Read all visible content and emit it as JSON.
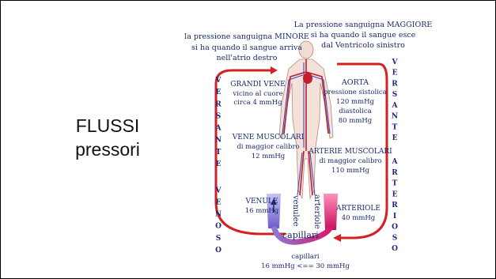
{
  "title": {
    "line1": "FLUSSI",
    "line2": "pressori"
  },
  "diagram": {
    "top_left_caption": [
      "la pressione sanguigna MINORE",
      "si ha quando il sangue arriva",
      "nell'atrio destro"
    ],
    "top_right_caption": [
      "La pressione sanguigna MAGGIORE",
      "si ha quando il sangue esce",
      "dal Ventricolo sinistro"
    ],
    "venous_side_letters": [
      "V",
      "E",
      "R",
      "S",
      "A",
      "N",
      "T",
      "E",
      "V",
      "E",
      "N",
      "O",
      "S",
      "O"
    ],
    "arterial_side_letters": [
      "V",
      "E",
      "R",
      "S",
      "A",
      "N",
      "T",
      "E",
      "A",
      "R",
      "T",
      "E",
      "R",
      "I",
      "O",
      "S",
      "O"
    ],
    "grandi_vene": [
      "GRANDI VENE",
      "vicino al cuore",
      "circa 4 mmHg"
    ],
    "vene_muscolari": [
      "VENE MUSCOLARI",
      "di maggior calibro",
      "12 mmHg"
    ],
    "venule_label": [
      "VENULE",
      "16 mmHg"
    ],
    "aorta": [
      "AORTA",
      "pressione sistolica",
      "120 mmHg",
      "diastolica",
      "80 mmHg"
    ],
    "arterie_muscolari": [
      "ARTERIE MUSCOLARI",
      "di maggior calibro",
      "110 mmHg"
    ],
    "arteriole_label": [
      "ARTERIOLE",
      "40 mmHg"
    ],
    "venule_tube": "venulee",
    "arteriole_tube": "arteriole",
    "capillari_tube": "capillari",
    "bottom_caption": [
      "capillari",
      "16 mmHg <== 30 mmHg"
    ],
    "colors": {
      "text": "#1a2a6c",
      "loop": "#d42020",
      "venule_tube": "#7b6fd0",
      "arteriole_tube": "#d8186a"
    }
  }
}
